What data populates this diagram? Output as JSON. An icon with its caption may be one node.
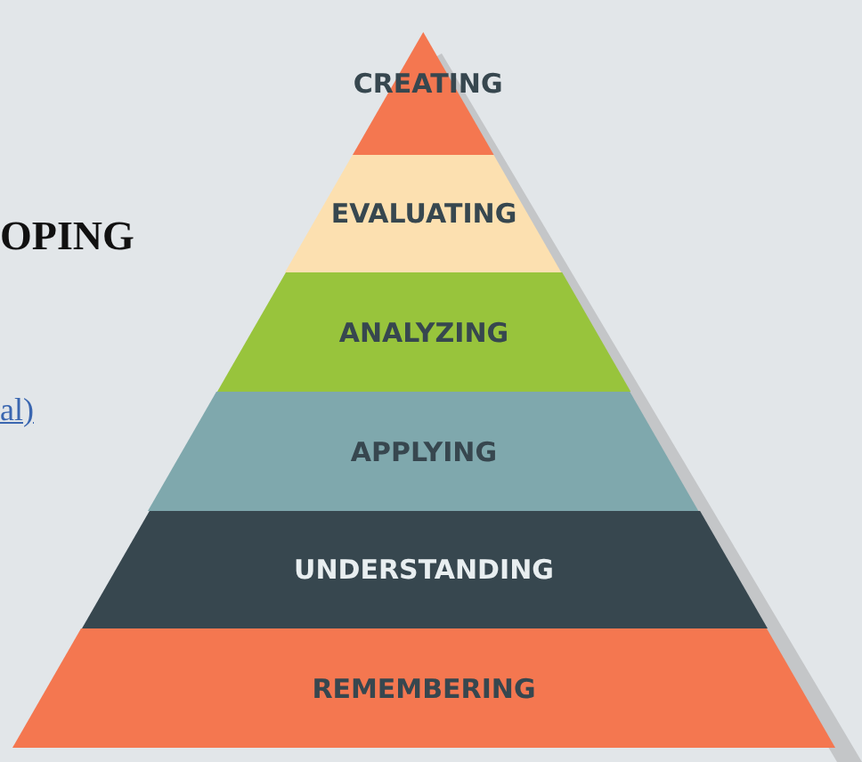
{
  "diagram": {
    "nodes": [
      {
        "text": [
          "CREATING"
        ]
      },
      {
        "text": [
          "EVALUATING"
        ]
      },
      {
        "text": [
          "ANALYZING"
        ]
      },
      {
        "text": [
          "APPLYING"
        ]
      },
      {
        "text": [
          "UNDERSTANDING"
        ]
      },
      {
        "text": [
          "REMEMBERING"
        ]
      }
    ],
    "labels": [
      "OPING",
      "al)"
    ]
  }
}
